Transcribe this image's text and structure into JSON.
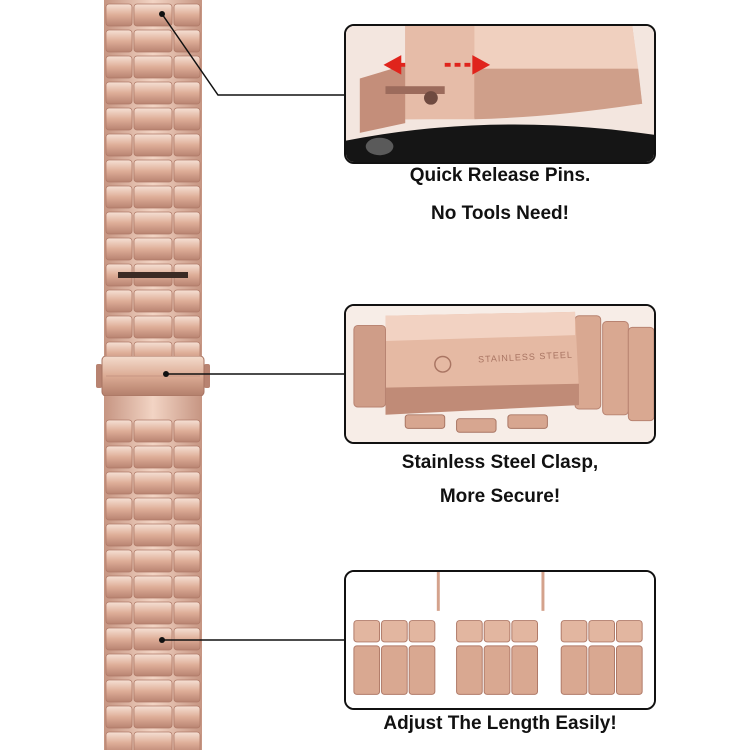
{
  "callouts": [
    {
      "id": "pins",
      "lines": [
        "Quick Release Pins.",
        "No Tools Need!"
      ]
    },
    {
      "id": "clasp",
      "lines": [
        "Stainless Steel Clasp,",
        "More Secure!"
      ],
      "engraving": "STAINLESS STEEL"
    },
    {
      "id": "length",
      "lines": [
        "Adjust The Length Easily!"
      ]
    }
  ],
  "colors": {
    "rose_gold_light": "#f2d4c4",
    "rose_gold": "#deae98",
    "rose_gold_dark": "#b88371",
    "arrow_red": "#e0241c",
    "watch_black": "#151515"
  }
}
